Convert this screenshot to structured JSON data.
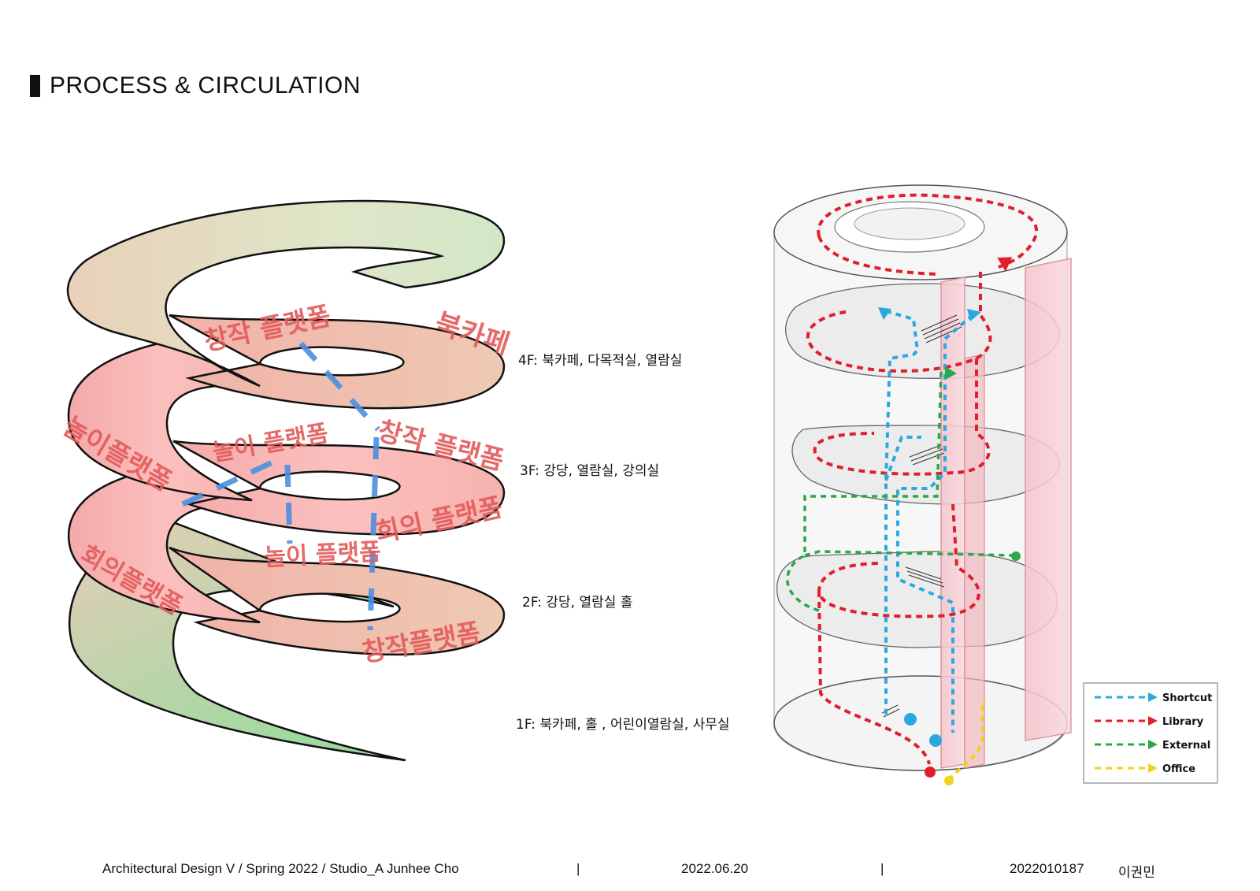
{
  "header": {
    "title": "PROCESS & CIRCULATION"
  },
  "spiral": {
    "labels": {
      "l1": "창작 플랫폼",
      "l2": "북카페",
      "l3": "놀이 플랫폼",
      "l4": "창작 플랫폼",
      "l5": "놀이플랫폼",
      "l6": "회의 플랫폼",
      "l7": "놀이 플랫폼",
      "l8": "회의플랫폼",
      "l9": "창작플랫폼"
    }
  },
  "floors": {
    "f4": "4F: 북카페, 다목적실, 열람실",
    "f3": "3F: 강당, 열람실, 강의실",
    "f2": "2F: 강당, 열람실 홀",
    "f1": "1F: 북카페, 홀 , 어린이열람실, 사무실"
  },
  "legend": {
    "items": [
      {
        "label": "Shortcut",
        "color": "#29a9e0"
      },
      {
        "label": "Library",
        "color": "#e01f2d"
      },
      {
        "label": "External",
        "color": "#2aa84a"
      },
      {
        "label": "Office",
        "color": "#f3d21b"
      }
    ]
  },
  "footer": {
    "course": "Architectural Design V / Spring 2022 /  Studio_A Junhee Cho",
    "sep1": "|",
    "date": "2022.06.20",
    "sep2": "|",
    "student_id": "2022010187",
    "name": "이권민"
  }
}
